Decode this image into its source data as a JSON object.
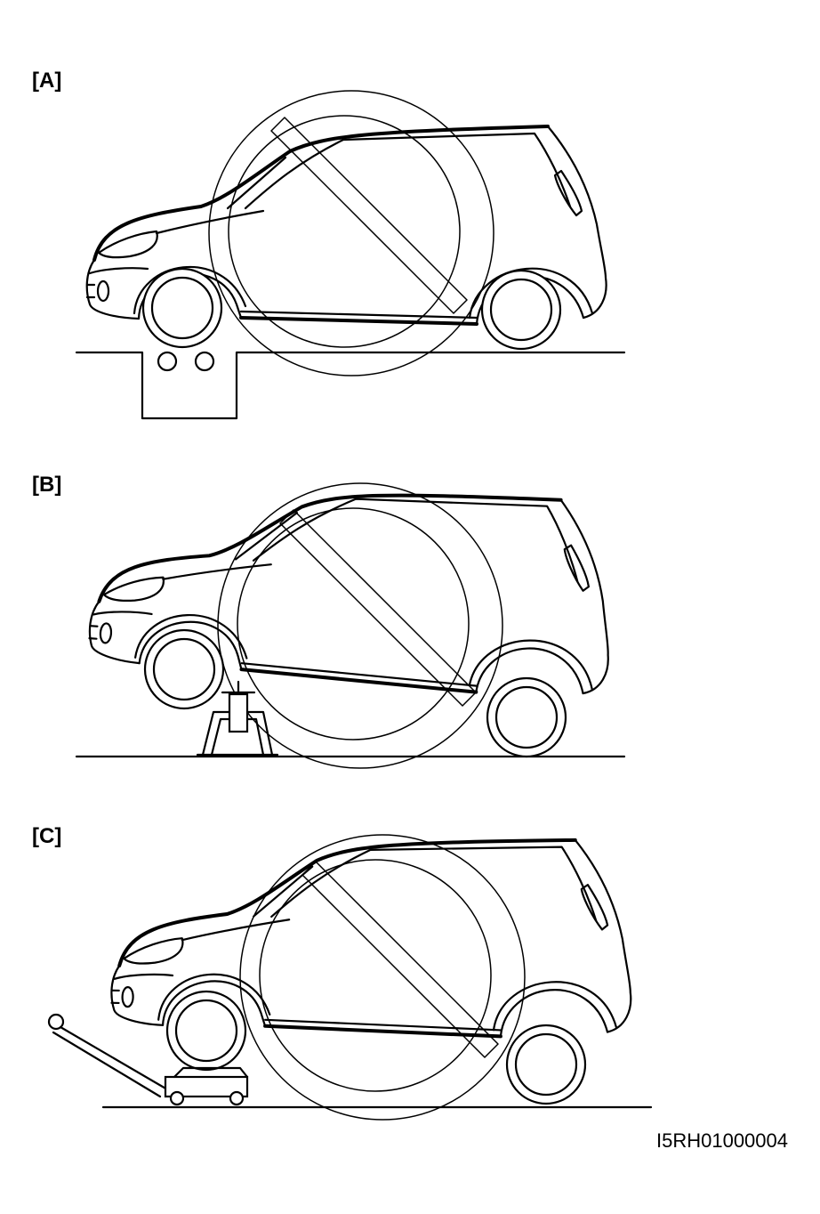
{
  "panels": [
    {
      "id": "A",
      "label": "[A]",
      "support": "lift-pit"
    },
    {
      "id": "B",
      "label": "[B]",
      "support": "jack-stand"
    },
    {
      "id": "C",
      "label": "[C]",
      "support": "floor-jack"
    }
  ],
  "figure_code": "I5RH01000004"
}
